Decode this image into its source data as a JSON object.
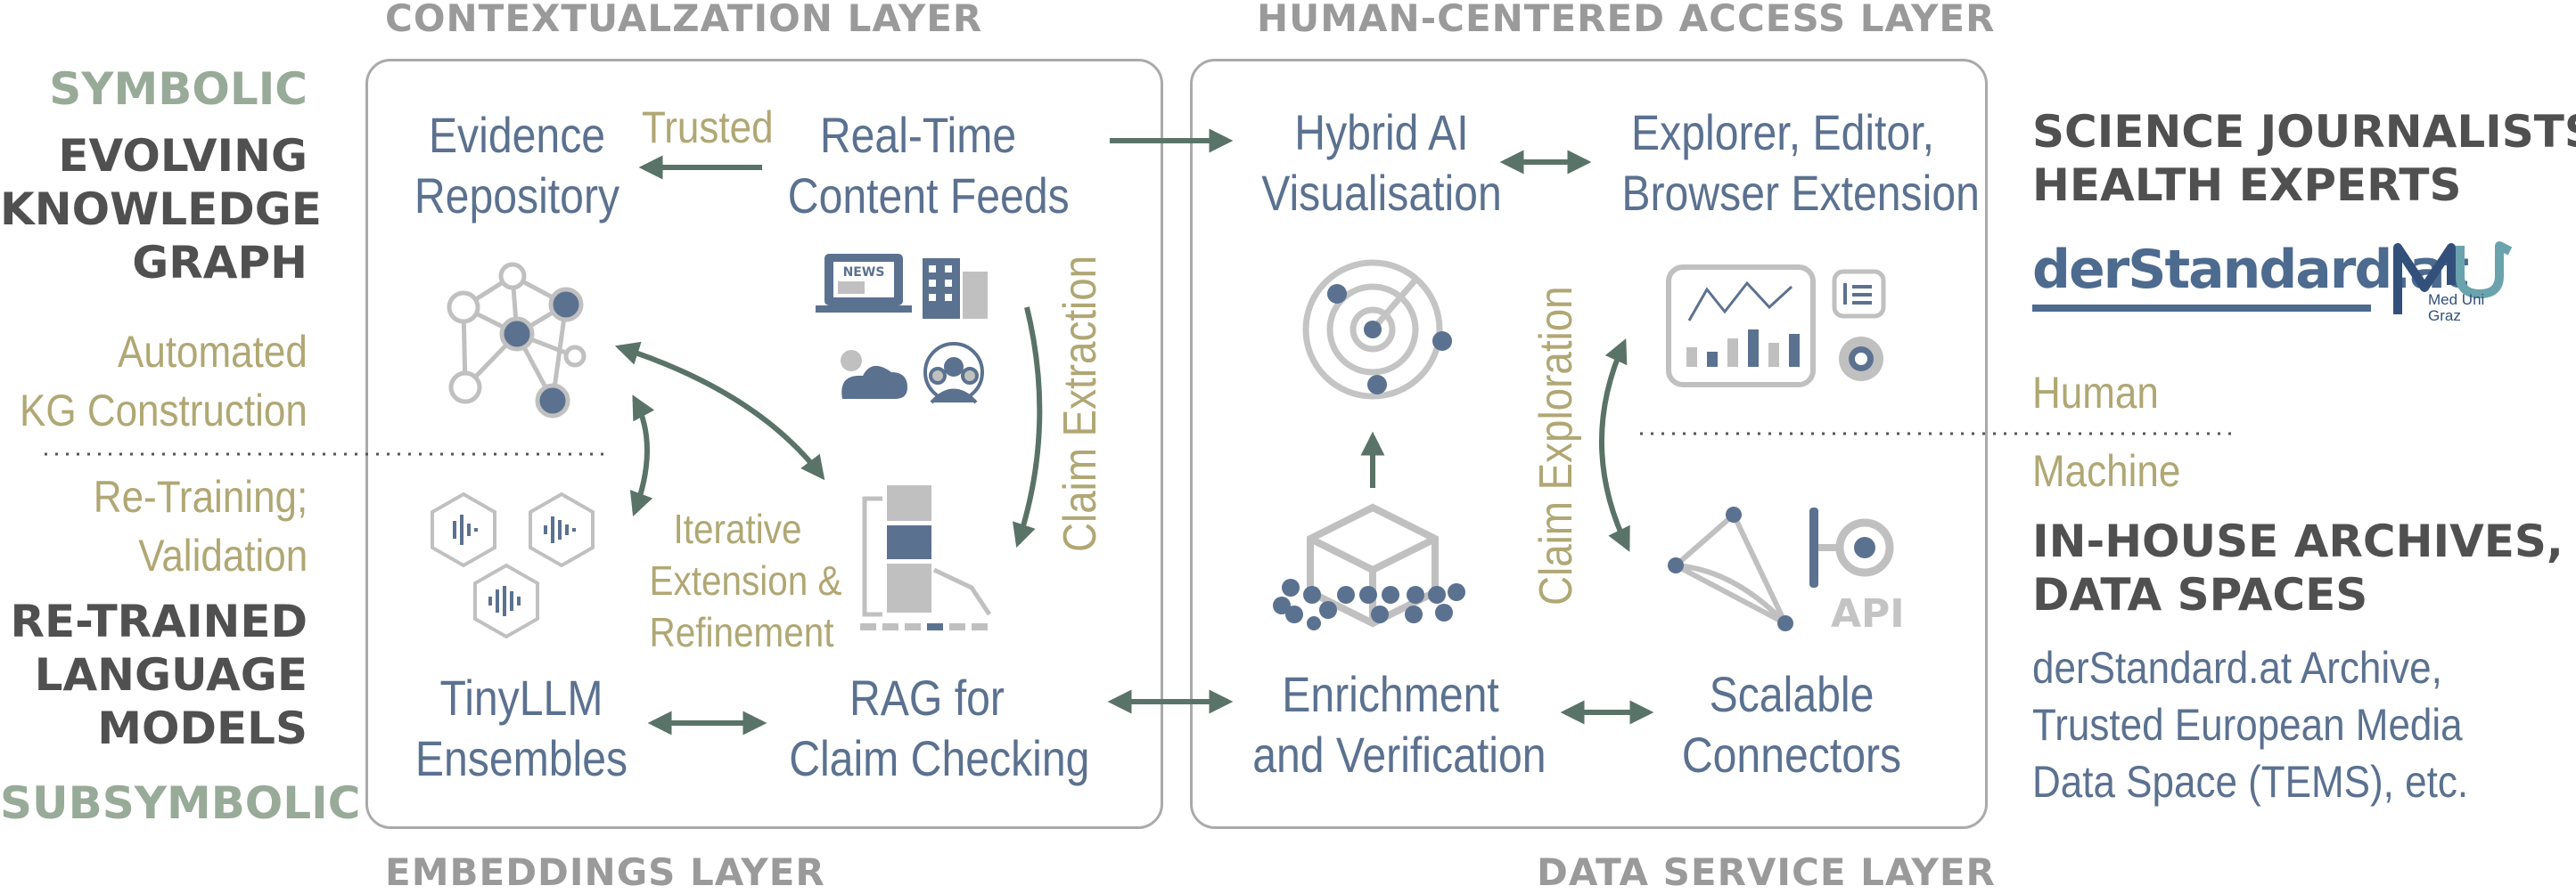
{
  "layers": {
    "contextualization": "CONTEXTUALZATION LAYER",
    "human_centered": "HUMAN-CENTERED ACCESS LAYER",
    "embeddings": "EMBEDDINGS LAYER",
    "data_service": "DATA SERVICE LAYER"
  },
  "left": {
    "symbolic": "SYMBOLIC",
    "ekg_line1": "EVOLVING",
    "ekg_line2": "KNOWLEDGE",
    "ekg_line3": "GRAPH",
    "auto_line1": "Automated",
    "auto_line2": "KG Construction",
    "retrain_line1": "Re-Training;",
    "retrain_line2": "Validation",
    "rtlm_line1": "RE-TRAINED",
    "rtlm_line2": "LANGUAGE",
    "rtlm_line3": "MODELS",
    "subsymbolic": "SUBSYMBOLIC"
  },
  "box1": {
    "evidence_line1": "Evidence",
    "evidence_line2": "Repository",
    "trusted": "Trusted",
    "feeds_line1": "Real-Time",
    "feeds_line2": "Content Feeds",
    "news_icon_text": "NEWS",
    "claim_extraction": "Claim Extraction",
    "iterative_line1": "Iterative",
    "iterative_line2": "Extension &",
    "iterative_line3": "Refinement",
    "tinyllm_line1": "TinyLLM",
    "tinyllm_line2": "Ensembles",
    "rag_line1": "RAG for",
    "rag_line2": "Claim Checking"
  },
  "box2": {
    "hybrid_line1": "Hybrid AI",
    "hybrid_line2": "Visualisation",
    "explorer_line1": "Explorer, Editor,",
    "explorer_line2": "Browser Extension",
    "claim_exploration": "Claim Exploration",
    "enrich_line1": "Enrichment",
    "enrich_line2": "and Verification",
    "scalable_line1": "Scalable",
    "scalable_line2": "Connectors",
    "api": "API"
  },
  "right": {
    "journalists_line1": "SCIENCE JOURNALISTS,",
    "journalists_line2": "HEALTH EXPERTS",
    "derstandard_logo": "derStandard.at",
    "meduni_line1": "Med Uni",
    "meduni_line2": "Graz",
    "human": "Human",
    "machine": "Machine",
    "archives_line1": "IN-HOUSE ARCHIVES,",
    "archives_line2": "DATA SPACES",
    "archive_item1": "derStandard.at Archive,",
    "archive_item2": "Trusted European Media",
    "archive_item3": "Data Space (TEMS), etc."
  },
  "colors": {
    "slate_blue": "#5b7190",
    "tan": "#b0a774",
    "sage": "#98aa98",
    "dark_grey": "#505050",
    "arrow_green": "#5a7368",
    "box_border": "#aaaaaa"
  }
}
